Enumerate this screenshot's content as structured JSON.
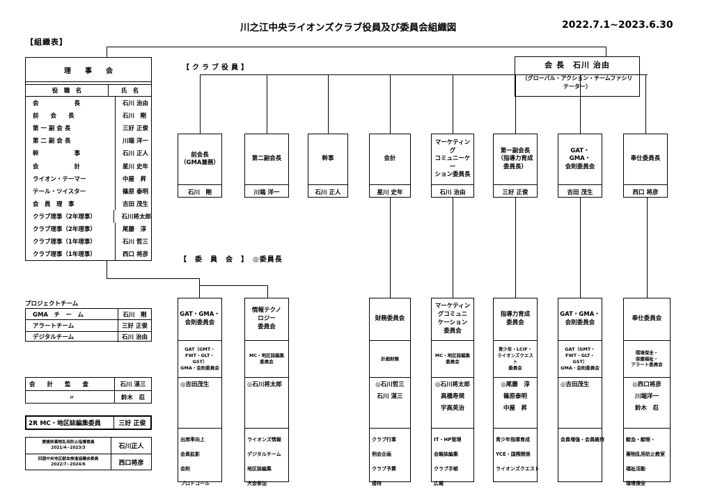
{
  "header": {
    "title": "川之江中央ライオンズクラブ役員及び委員会組織図",
    "period": "2022.7.1~2023.6.30",
    "org_label": "【組織表】"
  },
  "board": {
    "title": "理　　事　　会",
    "col_role": "役　職　名",
    "col_name": "氏　名",
    "rows": [
      {
        "role": "会　　　　　　長",
        "name": "石川 治由"
      },
      {
        "role": "前　　会　　長",
        "name": "石川　剛"
      },
      {
        "role": "第 一 副 会 長",
        "name": "三好 正俊"
      },
      {
        "role": "第 二 副 会 長",
        "name": "川端 洋一"
      },
      {
        "role": "幹　　　　　　事",
        "name": "石川 正人"
      },
      {
        "role": "会　　　　　　計",
        "name": "星川 史年"
      },
      {
        "role": "ライオン・テーマー",
        "name": "中屋　昇"
      },
      {
        "role": "テール・ツイスター",
        "name": "篠原 泰明"
      },
      {
        "role": "会　員　理　事",
        "name": "吉田 茂生"
      },
      {
        "role": "クラブ理事（2年理事）",
        "name": "石川将太郎"
      },
      {
        "role": "クラブ理事（2年理事）",
        "name": "尾藤　淳"
      },
      {
        "role": "クラブ理事（1年理事）",
        "name": "石川 哲三"
      },
      {
        "role": "クラブ理事（1年理事）",
        "name": "西口 将彦"
      }
    ]
  },
  "president": {
    "title": "会 長　石川 治由",
    "subtitle": "（グローバル・アクション・チームファシリテーター）"
  },
  "officers_label": "【クラブ役員】",
  "committees_label": "【　委　員　会　】　◎委員長",
  "officers": [
    {
      "role": "前会長\n（GMA兼務）",
      "name": "石川　剛"
    },
    {
      "role": "第二副会長",
      "name": "川端 洋一"
    },
    {
      "role": "幹事",
      "name": "石川 正人"
    },
    {
      "role": "会計",
      "name": "星川 史年"
    },
    {
      "role": "マーケティング\nコミュニーケー\nション委員長",
      "name": "石川 治由"
    },
    {
      "role": "第一副会長\n（指導力育成\n委員長）",
      "name": "三好 正俊"
    },
    {
      "role": "GAT・GMA・\n会則委員会",
      "name": "吉田 茂生"
    },
    {
      "role": "奉仕委員長",
      "name": "西口 将彦"
    }
  ],
  "project_team": {
    "label": "プロジェクトチーム",
    "rows": [
      {
        "team": "GMA　チ　ー　ム",
        "name": "石川　剛"
      },
      {
        "team": "アラートチーム",
        "name": "三好 正俊"
      },
      {
        "team": "デジタルチーム",
        "name": "石川 治由"
      }
    ]
  },
  "auditors": [
    {
      "role": "会　　計　　監　　査",
      "name": "石川 湛三"
    },
    {
      "role": "〃",
      "name": "鈴木　忍"
    }
  ],
  "r2": {
    "role": "2R MC・地区誌編集委員",
    "name": "三好 正俊"
  },
  "extra_roles": [
    {
      "role": "愛媛県薬物乱用防止指導委員\n2021/4~2023/3",
      "name": "石川正人"
    },
    {
      "role": "四国中央地区献血推進協議会委員\n2022/7~2024/6",
      "name": "西口将彦"
    }
  ],
  "committees": [
    {
      "title": "GAT・GMA・\n会則委員会",
      "sub": "GAT（GMT・\nFWT・GLT・\nGST）\nGMA・会則委員会",
      "chairs": [
        "◎吉田茂生"
      ],
      "duties": [
        "出席率向上",
        "会員拡影",
        "会則",
        "プロトコール"
      ]
    },
    {
      "title": "情報テクノ\nロジー\n委員会",
      "sub": "MC・地区誌編集\n委員会",
      "chairs": [
        "◎石川将太郎"
      ],
      "duties": [
        "ライオンズ情報",
        "デジタルチーム",
        "地区誌編集",
        "大会参加"
      ]
    },
    {
      "title": "財務委員会",
      "sub": "計画財務",
      "chairs": [
        "◎石川哲三",
        "石川 湛三"
      ],
      "duties": [
        "クラブ行事",
        "例会企画",
        "クラブ予算",
        "接待"
      ]
    },
    {
      "title": "マーケティン\nグコミュニ\nケーション\n委員会",
      "sub": "MC・地区誌編集\n委員会",
      "chairs": [
        "◎石川将太郎",
        "高橋寿規",
        "宇高英治"
      ],
      "duties": [
        "IT・HP管理",
        "会報誌編集",
        "クラブ手帳",
        "広報"
      ]
    },
    {
      "title": "指導力育成\n委員会",
      "sub": "青少年・LCIF・\nライオンズクエスト\n委員会",
      "chairs": [
        "◎尾藤　淳",
        "篠原泰明",
        "中屋　昇"
      ],
      "duties": [
        "青少年指導育成",
        "YCE・国際関係",
        "ライオンズクエスト"
      ]
    },
    {
      "title": "GAT・GMA・\n会則委員会",
      "sub": "GAT（GMT・\nFWT・GLT・\nGST）\nGMA・会則委員会",
      "chairs": [
        "◎吉田茂生"
      ],
      "duties": [
        "会員増強・会員維持"
      ]
    },
    {
      "title": "奉仕委員会",
      "sub": "環境保全・\n保健福祉・\nアラート委員会",
      "chairs": [
        "◎西口将彦",
        "川端洋一",
        "鈴木　忍"
      ],
      "duties": [
        "献血・献眼・",
        "薬物乱用防止教室",
        "福祉活動",
        "環境保全"
      ]
    }
  ]
}
